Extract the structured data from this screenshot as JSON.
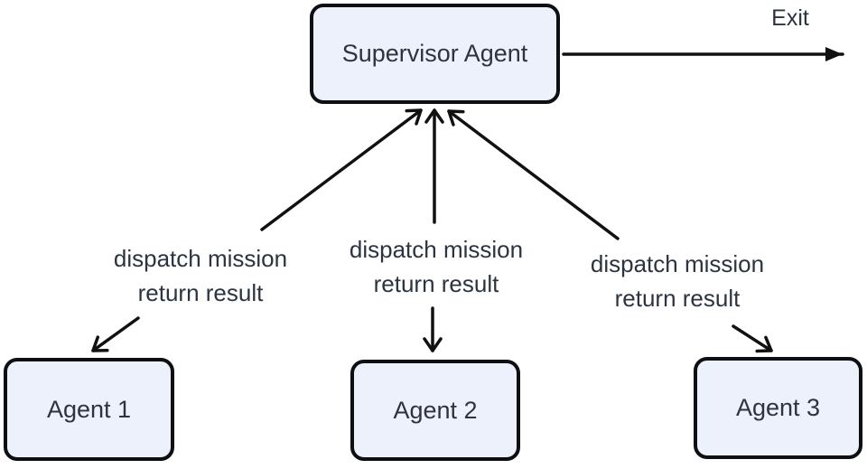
{
  "nodes": {
    "supervisor": {
      "label": "Supervisor Agent"
    },
    "agent1": {
      "label": "Agent 1"
    },
    "agent2": {
      "label": "Agent 2"
    },
    "agent3": {
      "label": "Agent 3"
    }
  },
  "edges": {
    "exit": {
      "label": "Exit"
    },
    "to_agent1": {
      "line1": "dispatch mission",
      "line2": "return result"
    },
    "to_agent2": {
      "line1": "dispatch mission",
      "line2": "return result"
    },
    "to_agent3": {
      "line1": "dispatch mission",
      "line2": "return result"
    }
  },
  "colors": {
    "node_fill": "#edf1fb",
    "node_border": "#0d0f12",
    "text": "#2b3440",
    "arrow": "#111111"
  }
}
